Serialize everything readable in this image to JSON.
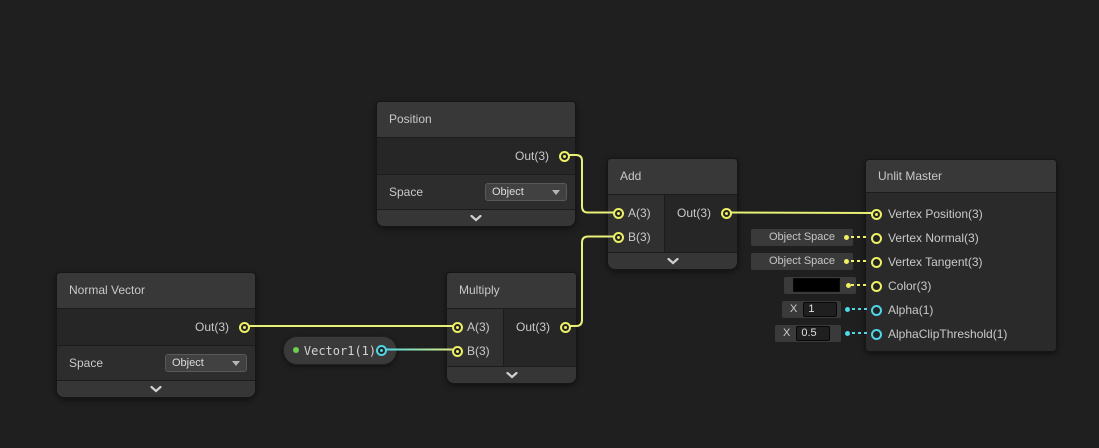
{
  "canvas": {
    "background": "#1f1f1f"
  },
  "colors": {
    "wire_vector3": "#e8f078",
    "wire_vector1": "#4fd6e6",
    "port_yellow": "#eef065",
    "port_cyan": "#4fd6e6",
    "property_dot_green": "#6ccf4e",
    "color_swatch": "#000000"
  },
  "nodes": {
    "position": {
      "title": "Position",
      "out": "Out(3)",
      "space_label": "Space",
      "space_value": "Object"
    },
    "normal_vector": {
      "title": "Normal Vector",
      "out": "Out(3)",
      "space_label": "Space",
      "space_value": "Object"
    },
    "vector1": {
      "label": "Vector1(1)"
    },
    "multiply": {
      "title": "Multiply",
      "a": "A(3)",
      "b": "B(3)",
      "out": "Out(3)"
    },
    "add": {
      "title": "Add",
      "a": "A(3)",
      "b": "B(3)",
      "out": "Out(3)"
    },
    "unlit_master": {
      "title": "Unlit Master",
      "ports": [
        "Vertex Position(3)",
        "Vertex Normal(3)",
        "Vertex Tangent(3)",
        "Color(3)",
        "Alpha(1)",
        "AlphaClipThreshold(1)"
      ]
    }
  },
  "widgets": {
    "vertex_normal_space": "Object Space",
    "vertex_tangent_space": "Object Space",
    "alpha_axis": "X",
    "alpha_value": "1",
    "alpha_clip_axis": "X",
    "alpha_clip_value": "0.5"
  }
}
